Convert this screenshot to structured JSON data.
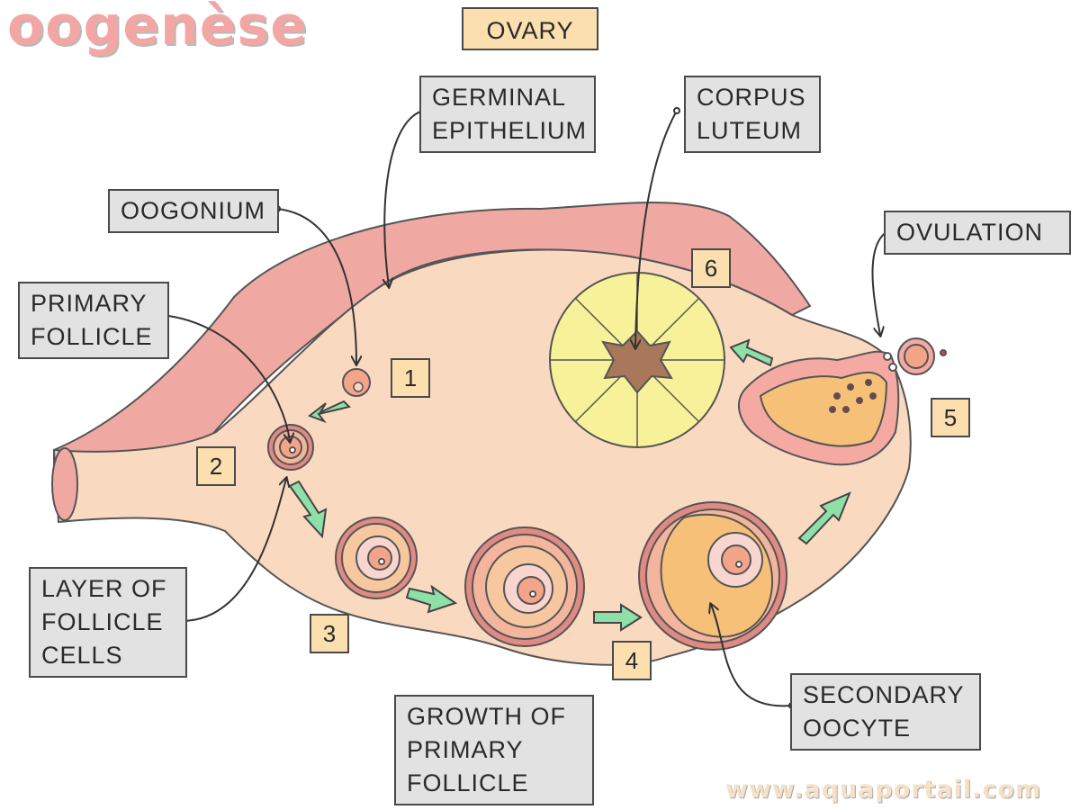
{
  "title": "oogenèse",
  "watermark": "www.aquaportail.com",
  "labels": {
    "ovary": "OVARY",
    "germinal_epithelium": [
      "GERMINAL",
      "EPITHELIUM"
    ],
    "corpus_luteum": [
      "CORPUS",
      "LUTEUM"
    ],
    "oogonium": "OOGONIUM",
    "ovulation": "OVULATION",
    "primary_follicle": [
      "PRIMARY",
      "FOLLICLE"
    ],
    "layer_of_follicle_cells": [
      "LAYER OF",
      "FOLLICLE",
      "CELLS"
    ],
    "growth_of_primary_follicle": [
      "GROWTH OF",
      "PRIMARY",
      "FOLLICLE"
    ],
    "secondary_oocyte": [
      "SECONDARY",
      "OOCYTE"
    ]
  },
  "steps": [
    "1",
    "2",
    "3",
    "4",
    "5",
    "6"
  ],
  "colors": {
    "ovary_fill": "#fad9c1",
    "epithelium": "#f0a8a3",
    "corpus_luteum": "#f7f29a",
    "corpus_center": "#a9785a",
    "arrow_green": "#8ee0a8",
    "label_bg": "#e2e2e2",
    "number_bg": "#fbdfae"
  }
}
